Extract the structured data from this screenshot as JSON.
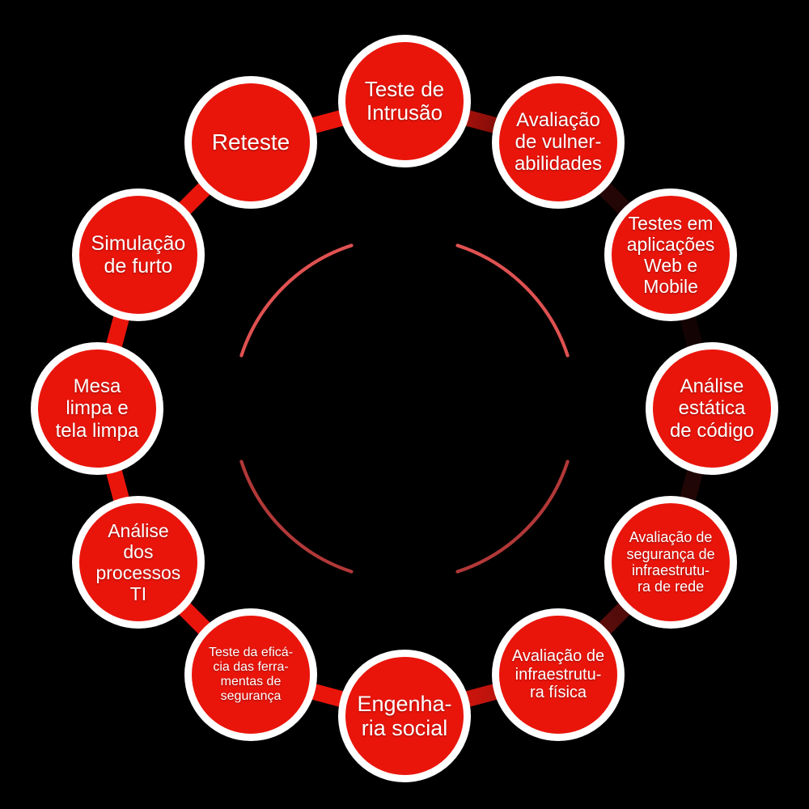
{
  "background_color": "#000000",
  "diagram": {
    "type": "cycle",
    "node_fill_color": "#e9150b",
    "node_border_color": "#ffffff",
    "text_color": "#ffffff",
    "ring_bright_color": "#e9150b",
    "ring_dark_color": "#130303",
    "inner_arc_top_color": "#e05151",
    "inner_arc_bottom_color": "#b23838",
    "nodes": [
      {
        "id": "teste-de-intrusao",
        "label": "Teste de Intrusão",
        "lines": [
          "Teste de",
          "Intrusão"
        ]
      },
      {
        "id": "avaliacao-de-vulnerabilidades",
        "label": "Avaliação de vulnerabilidades",
        "lines": [
          "Avaliação",
          "de vulner-",
          "abilidades"
        ]
      },
      {
        "id": "testes-em-aplicacoes-web-e-mobile",
        "label": "Testes em aplicações Web e Mobile",
        "lines": [
          "Testes em",
          "aplicações",
          "Web e",
          "Mobile"
        ]
      },
      {
        "id": "analise-estatica-de-codigo",
        "label": "Análise estática de código",
        "lines": [
          "Análise",
          "estática",
          "de código"
        ]
      },
      {
        "id": "avaliacao-de-seguranca-de-infraestrutura-de-rede",
        "label": "Avaliação de segurança de infraestrutura de rede",
        "lines": [
          "Avaliação de",
          "segurança de",
          "infraestrutu-",
          "ra de rede"
        ]
      },
      {
        "id": "avaliacao-de-infraestrutura-fisica",
        "label": "Avaliação de infraestrutura física",
        "lines": [
          "Avaliação de",
          "infraestrutu-",
          "ra física"
        ]
      },
      {
        "id": "engenharia-social",
        "label": "Engenharia social",
        "lines": [
          "Engenha-",
          "ria social"
        ]
      },
      {
        "id": "teste-da-eficacia-das-ferramentas-de-seguranca",
        "label": "Teste da eficácia das ferramentas de segurança",
        "lines": [
          "Teste da eficá-",
          "cia das ferra-",
          "mentas de",
          "segurança"
        ]
      },
      {
        "id": "analise-dos-processos-ti",
        "label": "Análise dos processos TI",
        "lines": [
          "Análise",
          "dos",
          "processos",
          "TI"
        ]
      },
      {
        "id": "mesa-limpa-e-tela-limpa",
        "label": "Mesa limpa e tela limpa",
        "lines": [
          "Mesa",
          "limpa e",
          "tela limpa"
        ]
      },
      {
        "id": "simulacao-de-furto",
        "label": "Simulação de furto",
        "lines": [
          "Simulação",
          "de furto"
        ]
      },
      {
        "id": "reteste",
        "label": "Reteste",
        "lines": [
          "Reteste"
        ]
      }
    ]
  }
}
